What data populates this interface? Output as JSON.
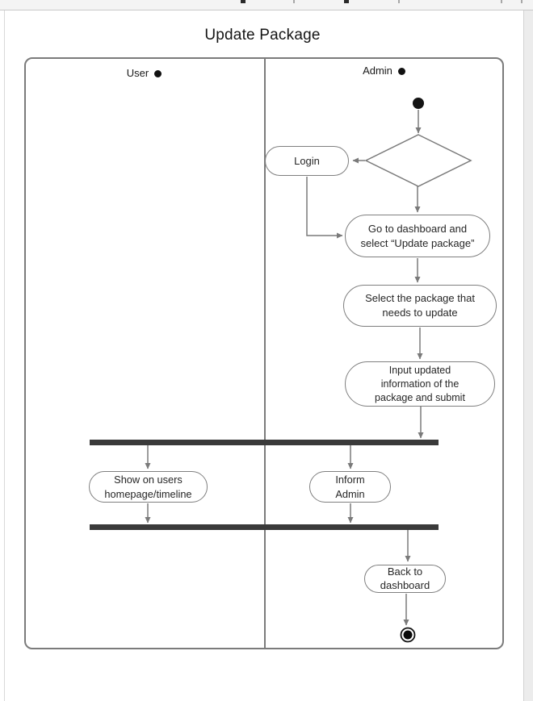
{
  "document": {
    "title": "Update Package"
  },
  "diagram": {
    "type": "uml-activity-swimlane",
    "lanes": [
      {
        "label": "User"
      },
      {
        "label": "Admin"
      }
    ],
    "nodes": {
      "login": "Login",
      "goto_dashboard": "Go to dashboard and\nselect “Update package”",
      "select_package": "Select the package that\nneeds to update",
      "input_updated": "Input updated\ninformation of the\npackage and submit",
      "show_users": "Show on users\nhomepage/timeline",
      "inform_admin": "Inform\nAdmin",
      "back_dashboard": "Back to\ndashboard"
    },
    "flow": [
      "initial -> decision",
      "decision -> login",
      "login -> goto_dashboard",
      "decision -> goto_dashboard",
      "goto_dashboard -> select_package",
      "select_package -> input_updated",
      "input_updated -> fork",
      "fork -> show_users (User lane)",
      "fork -> inform_admin (Admin lane)",
      "show_users -> join",
      "inform_admin -> join",
      "join -> back_dashboard",
      "back_dashboard -> final"
    ],
    "colors": {
      "line": "#7a7a7a",
      "node_border": "#7f7f7f",
      "sync_bar": "#3a3a3a",
      "text": "#262626",
      "terminal": "#111111"
    }
  }
}
